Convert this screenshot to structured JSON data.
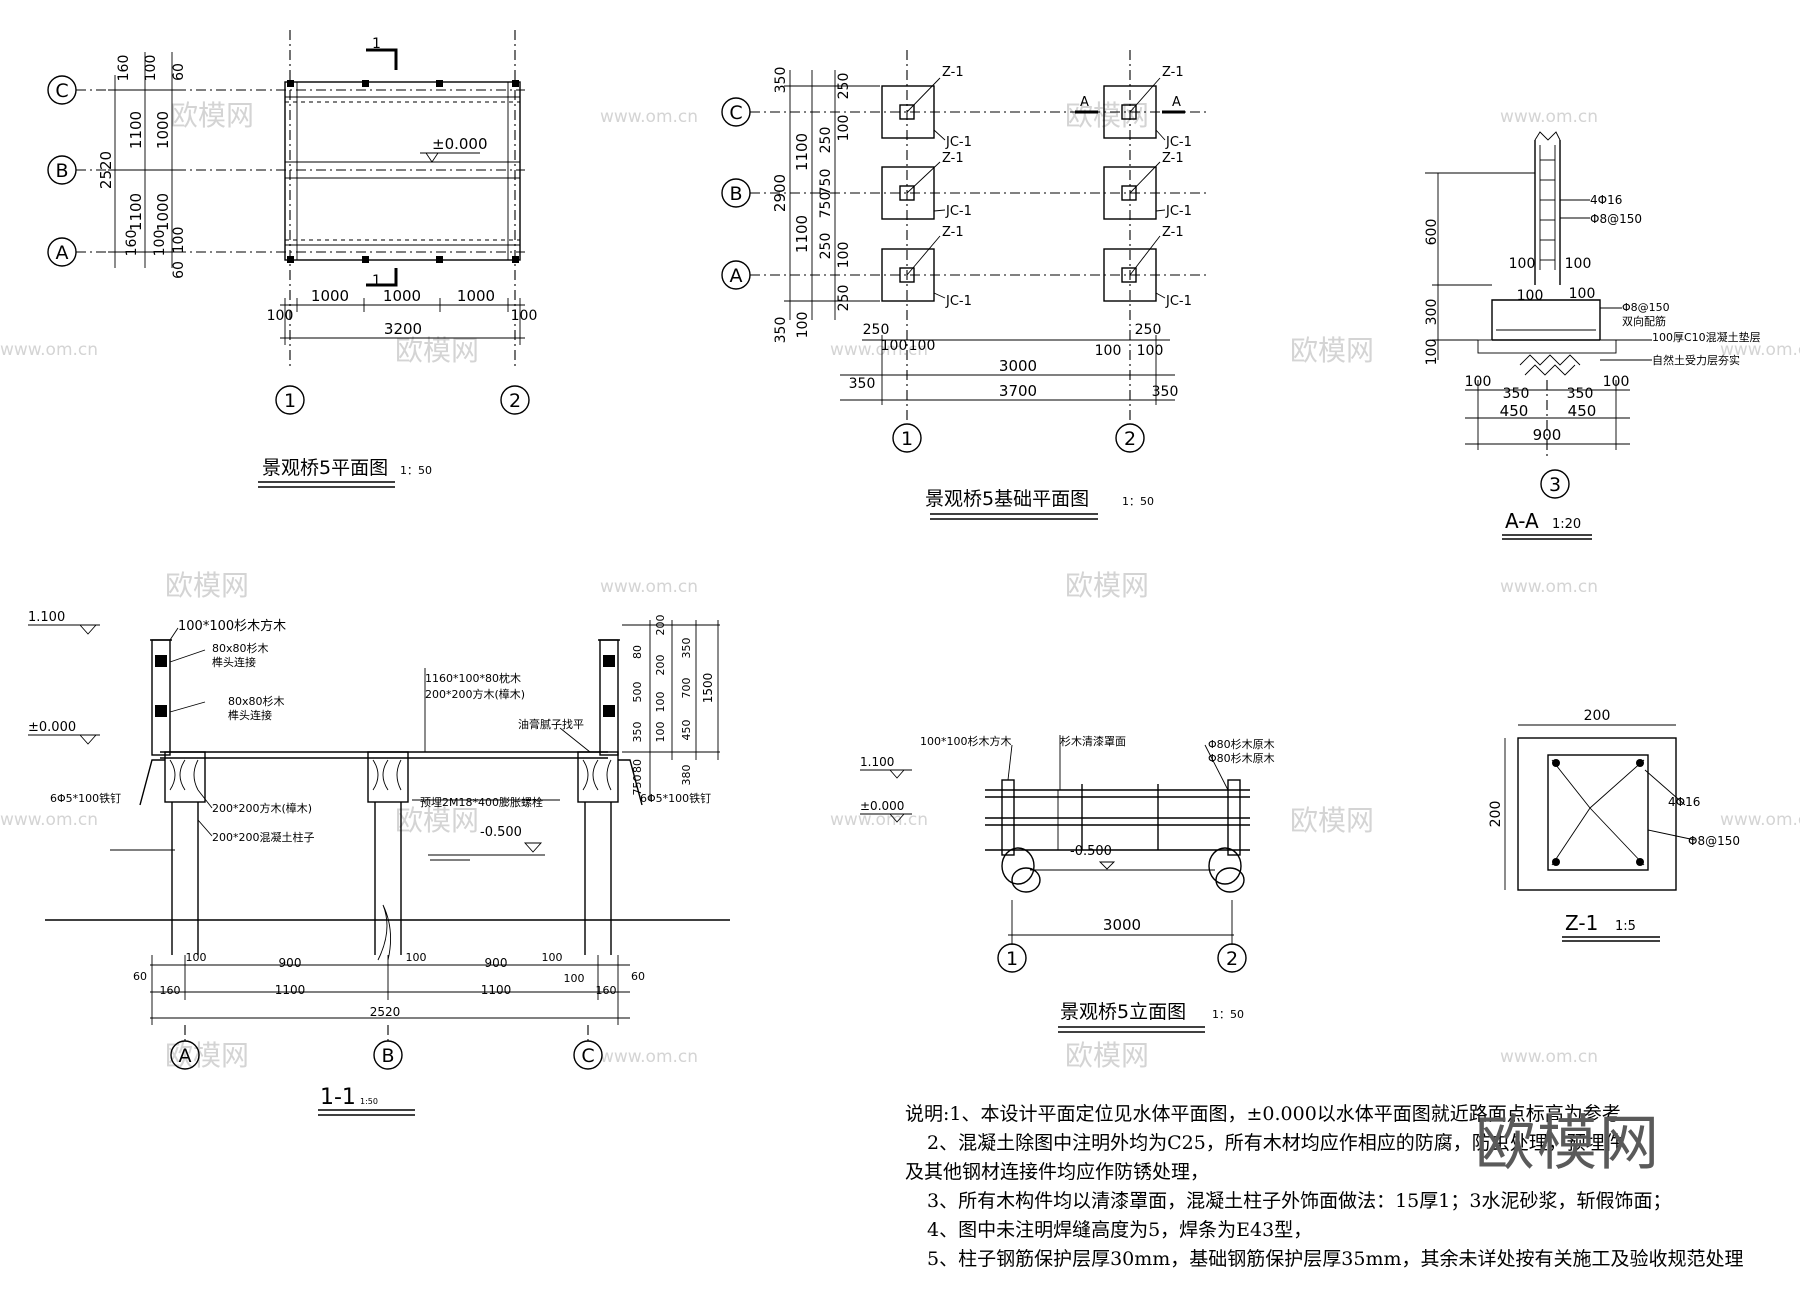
{
  "titles": {
    "plan": "景观桥5平面图",
    "plan_scale": "1：50",
    "foundation": "景观桥5基础平面图",
    "foundation_scale": "1：50",
    "section_aa": "A-A",
    "section_aa_scale": "1:20",
    "section_11": "1-1",
    "section_11_scale": "1:50",
    "elevation": "景观桥5立面图",
    "elevation_scale": "1：50",
    "column": "Z-1",
    "column_scale": "1:5"
  },
  "axes": {
    "A": "A",
    "B": "B",
    "C": "C",
    "one": "1",
    "two": "2",
    "three": "3"
  },
  "plan": {
    "elev": "±0.000",
    "cut": "1",
    "d1100": "1100",
    "d1000": "1000",
    "d2520": "2520",
    "d160": "160",
    "d100": "100",
    "d60": "60",
    "d3200": "3200"
  },
  "foundation": {
    "z1": "Z-1",
    "jc1": "JC-1",
    "cutA": "A",
    "d350": "350",
    "d250": "250",
    "d100": "100",
    "d1100": "1100",
    "d750": "750",
    "d2900": "2900",
    "d3000": "3000",
    "d3700": "3700"
  },
  "aa": {
    "rebar": "4Φ16",
    "stirrup": "Φ8@150",
    "mesh": "Φ8@150",
    "mesh2": "双向配筋",
    "cushion": "100厚C10混凝土垫层",
    "soil": "自然土受力层夯实",
    "d600": "600",
    "d300": "300",
    "d100": "100",
    "d350": "350",
    "d450": "450",
    "d900": "900"
  },
  "s11": {
    "lv1100": "1.100",
    "lv0": "±0.000",
    "lvm500": "-0.500",
    "l_top": "100*100杉木方木",
    "l_j1": "80x80杉木",
    "l_j1b": "榫头连接",
    "l_j2": "80x80杉木",
    "l_j2b": "榫头连接",
    "l_sleeper": "1160*100*80枕木",
    "l_beam": "200*200方木(樟木)",
    "l_putty": "油膏腻子找平",
    "l_nail": "6Φ5*100铁钉",
    "l_beam2": "200*200方木(樟木)",
    "l_col": "200*200混凝土柱子",
    "l_bolt": "预埋2M18*400膨胀螺栓",
    "d200": "200",
    "d350": "350",
    "d500": "500",
    "d700": "700",
    "d1500": "1500",
    "d450": "450",
    "d380": "380",
    "d750": "750",
    "d80": "80",
    "d100": "100",
    "d900": "900",
    "d1100": "1100",
    "d2520": "2520",
    "d160": "160",
    "d60": "60"
  },
  "elev": {
    "lv1100": "1.100",
    "lv0": "±0.000",
    "lvm500": "-0.500",
    "l1": "100*100杉木方木",
    "l2": "杉木清漆罩面",
    "l3": "Φ80杉木原木",
    "l4": "Φ80杉木原木",
    "d3000": "3000"
  },
  "z1": {
    "d200": "200",
    "rebar": "4Φ16",
    "stirrup": "Φ8@150"
  },
  "notes": [
    "说明:1、本设计平面定位见水体平面图，±0.000以水体平面图就近路面点标高为参考",
    "2、混凝土除图中注明外均为C25，所有木材均应作相应的防腐，防虫处理，预埋件",
    "及其他钢材连接件均应作防锈处理，",
    "3、所有木构件均以清漆罩面，混凝土柱子外饰面做法：15厚1；3水泥砂浆，斩假饰面；",
    "4、图中未注明焊缝高度为5，焊条为E43型，",
    "5、柱子钢筋保护层厚30mm，基础钢筋保护层厚35mm，其余未详处按有关施工及验收规范处理"
  ],
  "watermark": {
    "cn": "欧模网",
    "url": "www.om.cn"
  }
}
